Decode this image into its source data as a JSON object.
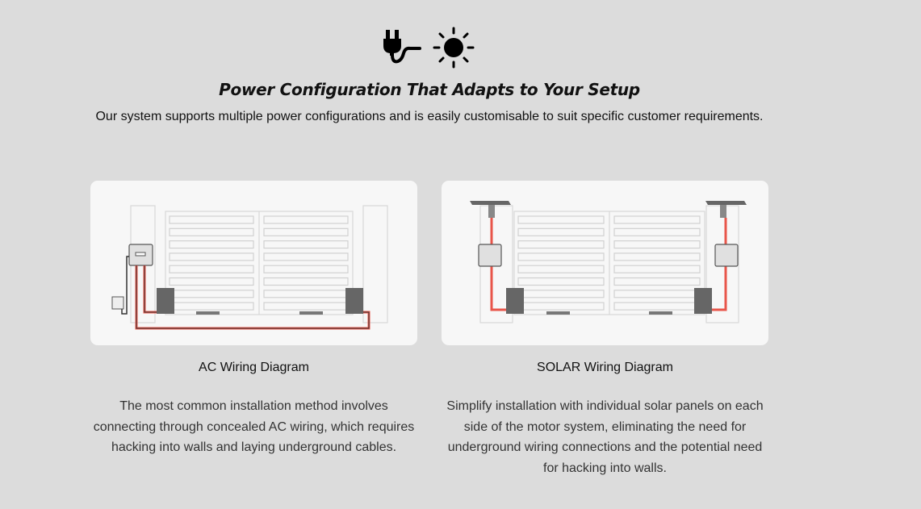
{
  "header": {
    "icons": [
      "plug-icon",
      "sun-icon"
    ],
    "title": "Power Configuration That Adapts to Your Setup",
    "subtitle": "Our system supports multiple power configurations and is easily customisable to suit specific customer requirements."
  },
  "cards": [
    {
      "caption": "AC Wiring Diagram",
      "description": "The most common installation method involves connecting through concealed AC wiring, which requires hacking into walls and laying underground cables."
    },
    {
      "caption": "SOLAR Wiring Diagram",
      "description": "Simplify installation with individual solar panels on each side of the motor system, eliminating the need for underground wiring connections and the potential need for hacking into walls."
    }
  ],
  "colors": {
    "background": "#dcdcdc",
    "card": "#f7f7f7",
    "wire_red": "#e8554a",
    "wire_black": "#333333"
  }
}
